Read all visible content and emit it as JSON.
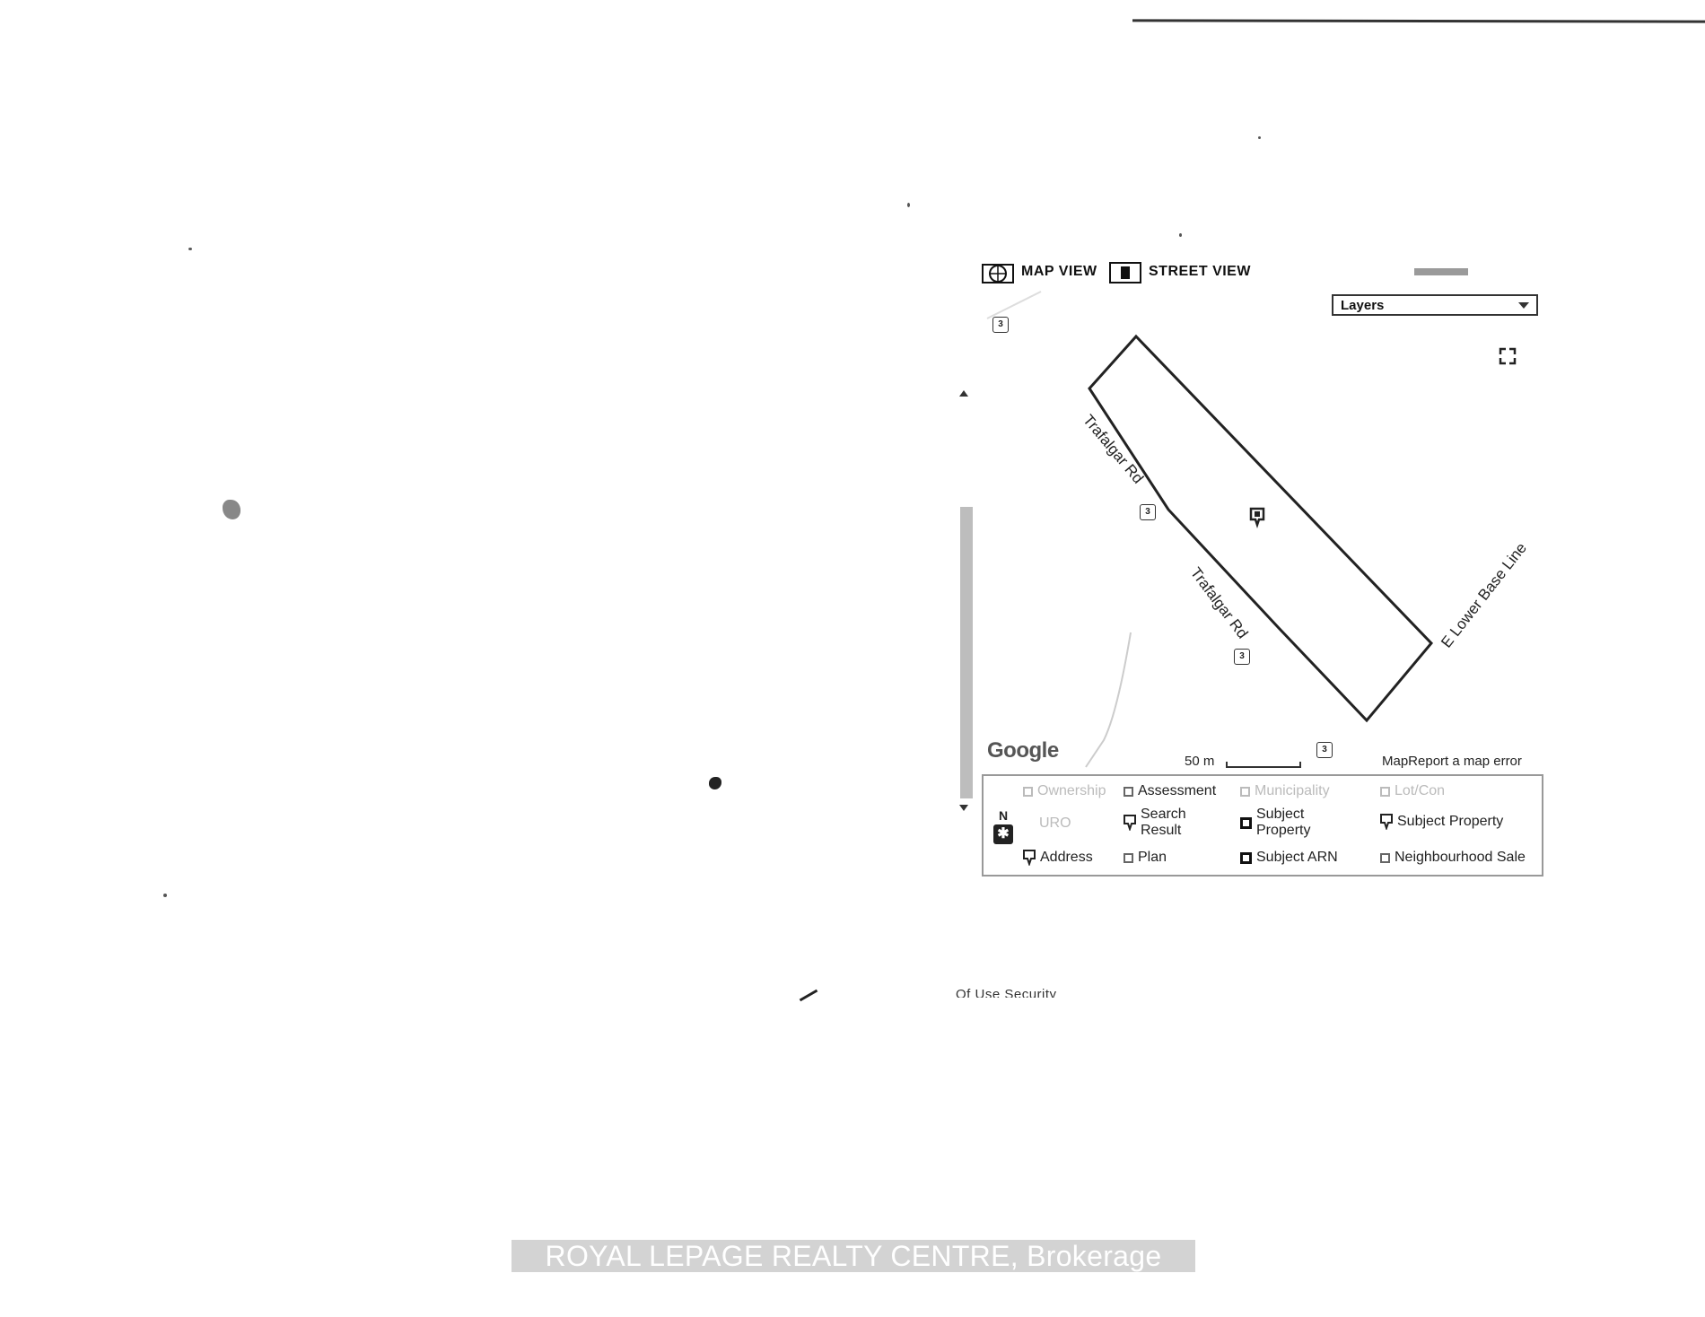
{
  "map_view_label": "MAP VIEW",
  "street_view_label": "STREET VIEW",
  "layers_label": "Layers",
  "roads": [
    "Trafalgar Rd",
    "Trafalgar Rd",
    "E Lower Base Line"
  ],
  "route_shield_text": "3",
  "google_logo": "Google",
  "scale_label": "50 m",
  "map_report_text": "MapReport a map error",
  "legend": {
    "row1": [
      "Ownership",
      "Assessment",
      "Municipality",
      "Lot/Con"
    ],
    "row2": [
      "URO",
      "Search\nResult",
      "Subject\nProperty",
      "Subject Property"
    ],
    "row3": [
      "Address",
      "Plan",
      "Subject ARN",
      "Neighbourhood Sale"
    ]
  },
  "compass_letter": "N",
  "footer_fragment": "Of Use Security",
  "watermark": "ROYAL LEPAGE REALTY CENTRE, Brokerage",
  "colors": {
    "ink": "#222222",
    "faded_text": "#bbbbbb",
    "watermark_bg": "#d3d3d3"
  },
  "icons": [
    "globe-icon",
    "street-view-icon",
    "chevron-down-icon",
    "fullscreen-icon",
    "map-pin-icon",
    "compass-icon"
  ]
}
